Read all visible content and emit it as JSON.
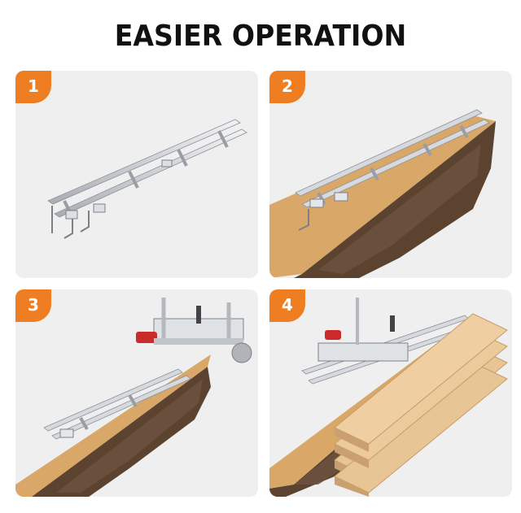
{
  "title": "EASIER OPERATION",
  "steps": [
    {
      "number": "1"
    },
    {
      "number": "2"
    },
    {
      "number": "3"
    },
    {
      "number": "4"
    }
  ],
  "colors": {
    "badge": "#ef7d22",
    "panel": "#efefef",
    "wood": "#d9a869",
    "bark": "#5b4330",
    "rail": "#c9ccd0"
  }
}
